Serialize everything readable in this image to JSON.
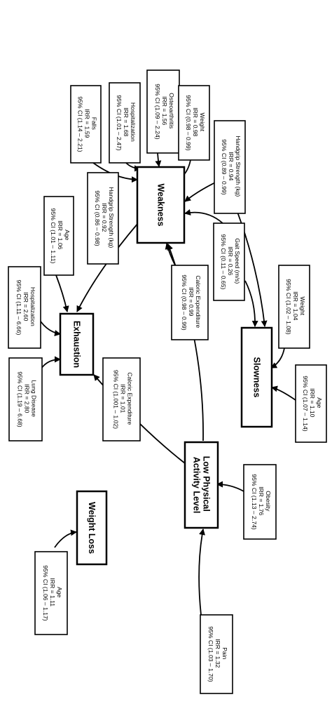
{
  "nodes": {
    "weakness": "Weakness",
    "exhaustion": "Exhaustion",
    "slowness": "Slowness",
    "low_physical_activity_line1": "Low Physical",
    "low_physical_activity_line2": "Activity Level",
    "weight_loss": "Weight Loss"
  },
  "factors": {
    "falls": {
      "name": "Falls",
      "irr": "IRR = 1.59",
      "ci": "95% CI (1.14 – 2.21)"
    },
    "hosp_weak": {
      "name": "Hospitalization",
      "irr": "IRR = 1.68",
      "ci": "95% CI (1.01 – 2.47)"
    },
    "osteo": {
      "name": "Osteoarthritis",
      "irr": "IRR = 1.56",
      "ci": "95% CI (1.09 – 2.24)"
    },
    "weight_weak": {
      "name": "Weight",
      "irr": "IRR = 0.98",
      "ci": "95% CI (0.98 – 0.99)"
    },
    "handgrip_slow": {
      "name": "Handgrip  Strength (kg)",
      "irr": "IRR = 0.94",
      "ci": "95% CI (0.89 – 0.99)"
    },
    "handgrip_exh": {
      "name": "Handgrip  Strength (kg)",
      "irr": "IRR = 0.92",
      "ci": "95% CI (0.86 – 0.98)"
    },
    "age_exh": {
      "name": "Age",
      "irr": "IRR = 1.06",
      "ci": "95% CI (1.01 – 1.11)"
    },
    "gait": {
      "name": "Gait  Speed (m/s)",
      "irr": "IRR = 0.26",
      "ci": "95% CI (0.11 – 0.65)"
    },
    "caloric_weak": {
      "name": "Caloric Expenditure",
      "irr": "IRR = 0.99",
      "ci": "95% CI (0.98 – 0.99)"
    },
    "hosp_exh": {
      "name": "Hospitalization",
      "irr": "IRR = 2.60",
      "ci": "95% CI (1.11 – 6.66)"
    },
    "lung": {
      "name": "Lung  Disease",
      "irr": "IRR = 2.80",
      "ci": "95% CI (1.19 – 6.68)"
    },
    "caloric_exh": {
      "name": "Caloric Expenditure",
      "irr": "IRR = 1.01",
      "ci": "95% CI (1.001 – 1.02)"
    },
    "weight_slow": {
      "name": "Weight",
      "irr": "IRR = 1.04",
      "ci": "95% CI (1.02 – 1.08)"
    },
    "age_slow": {
      "name": "Age",
      "irr": "IRR = 1.10",
      "ci": "95% CI (1.07 – 1.14)"
    },
    "obesity": {
      "name": "Obesity",
      "irr": "IRR = 1.76",
      "ci": "95% CI (1.13 – 2.74)"
    },
    "pain": {
      "name": "Pain",
      "irr": "IRR = 1.32",
      "ci": "95% CI (1.03 – 1.70)"
    },
    "age_wl": {
      "name": "Age",
      "irr": "IRR = 1.11",
      "ci": "95% CI (1.06 – 1.17)"
    }
  }
}
